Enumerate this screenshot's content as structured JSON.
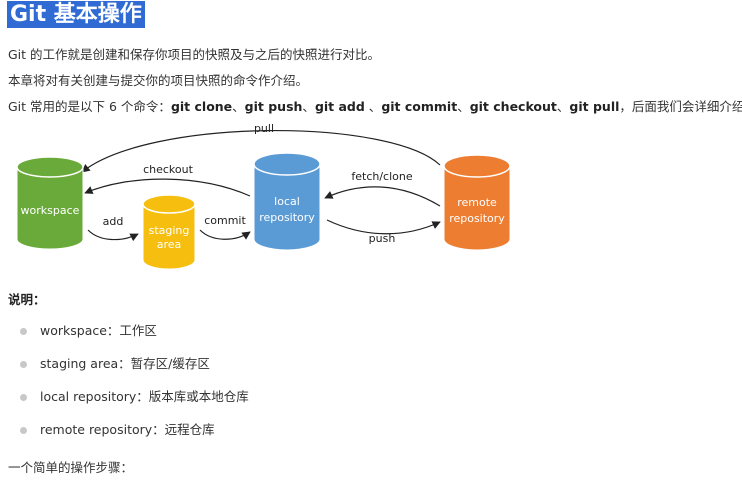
{
  "title": "Git 基本操作",
  "paragraphs": {
    "p1": "Git 的工作就是创建和保存你项目的快照及与之后的快照进行对比。",
    "p2": "本章将对有关创建与提交你的项目快照的命令作介绍。",
    "p3_prefix": "Git 常用的是以下 6 个命令：",
    "p3_commands": [
      "git clone",
      "git push",
      "git add",
      "git commit",
      "git checkout",
      "git pull"
    ],
    "p3_separators": [
      "、",
      "、",
      " 、",
      "、",
      "、"
    ],
    "p3_suffix": "，后面我们会详细介绍。"
  },
  "diagram": {
    "nodes": {
      "workspace": {
        "label": "workspace",
        "color": "#6aaa3a"
      },
      "staging": {
        "line1": "staging",
        "line2": "area",
        "color": "#f6be0e"
      },
      "local": {
        "line1": "local",
        "line2": "repository",
        "color": "#5b9bd5"
      },
      "remote": {
        "line1": "remote",
        "line2": "repository",
        "color": "#ed7d31"
      }
    },
    "arrows": {
      "pull": "pull",
      "checkout": "checkout",
      "fetch_clone": "fetch/clone",
      "add": "add",
      "commit": "commit",
      "push": "push"
    }
  },
  "explain_label": "说明：",
  "definitions": [
    "workspace：工作区",
    "staging area：暂存区/缓存区",
    "local repository：版本库或本地仓库",
    "remote repository：远程仓库"
  ],
  "steps_label": "一个简单的操作步骤："
}
